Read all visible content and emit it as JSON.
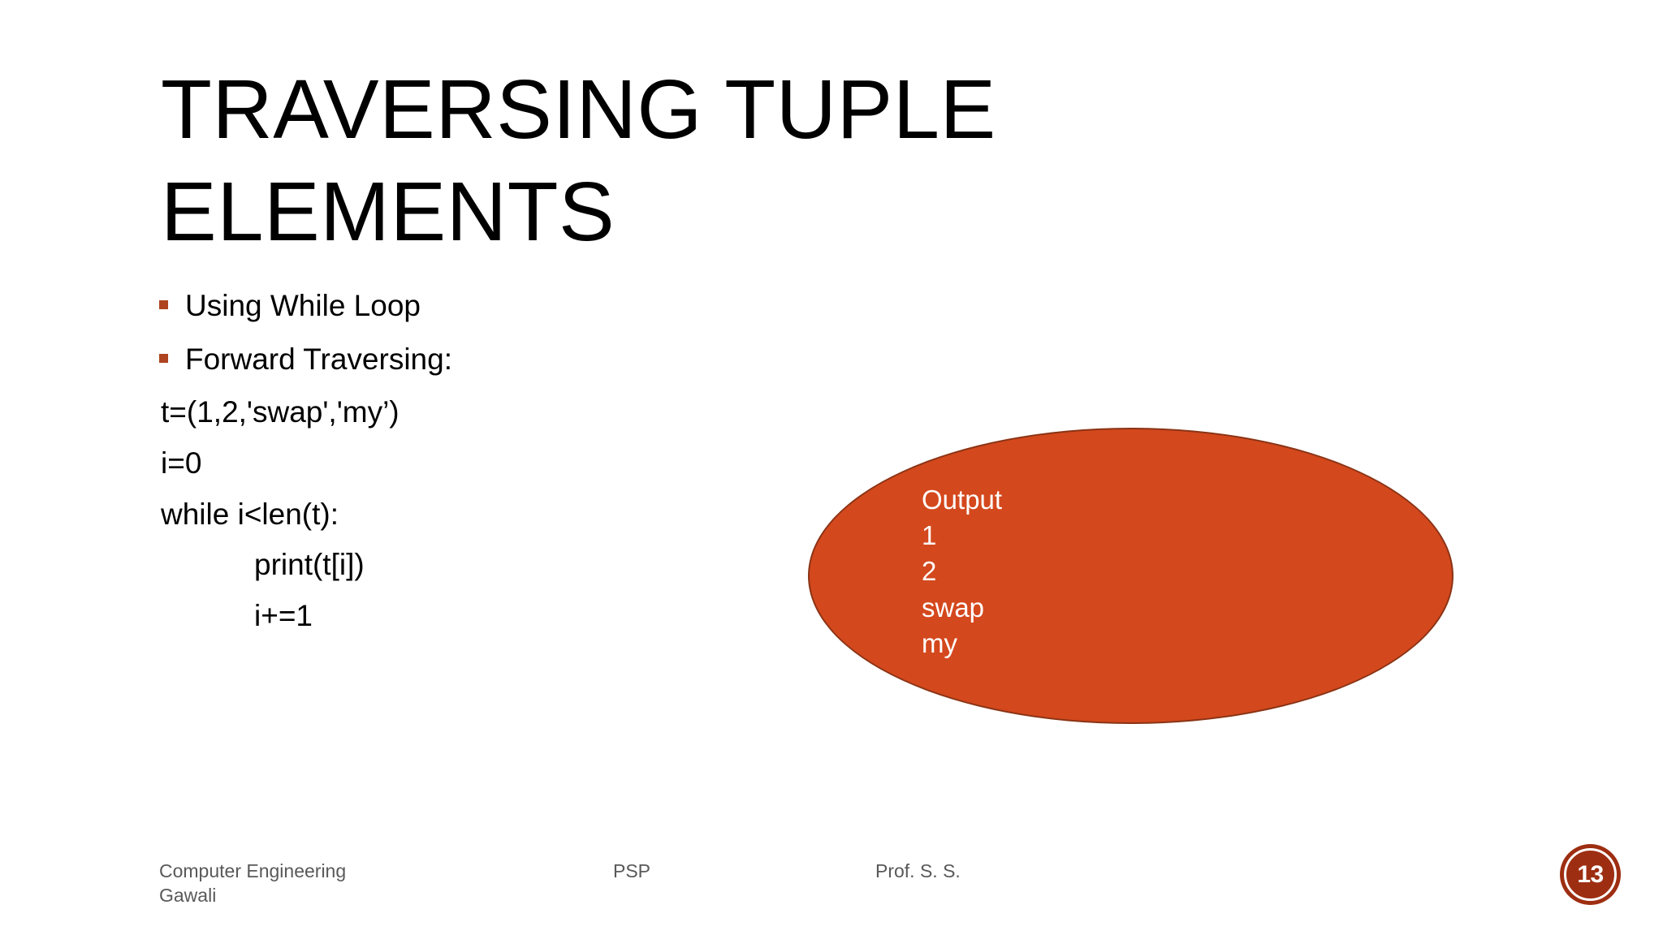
{
  "slide": {
    "title": "Traversing Tuple Elements",
    "background_color": "#FFFFFF",
    "accent_color": "#D4481D",
    "bullet_color": "#AE4420",
    "badge_color": "#9E2E12",
    "footer_color": "#595959"
  },
  "bullets": [
    {
      "text": "Using While Loop"
    },
    {
      "text": "Forward Traversing:"
    }
  ],
  "code": [
    {
      "text": "t=(1,2,'swap','my’)",
      "indent": 0
    },
    {
      "text": "i=0",
      "indent": 0
    },
    {
      "text": "while i<len(t):",
      "indent": 0
    },
    {
      "text": "print(t[i])",
      "indent": 1
    },
    {
      "text": "i+=1",
      "indent": 1
    }
  ],
  "output": {
    "heading": "Output",
    "lines": [
      "1",
      "2",
      "swap",
      "my"
    ]
  },
  "footer": {
    "left": "Computer Engineering Gawali",
    "center": "PSP",
    "right": "Prof. S. S."
  },
  "slide_number": "13"
}
